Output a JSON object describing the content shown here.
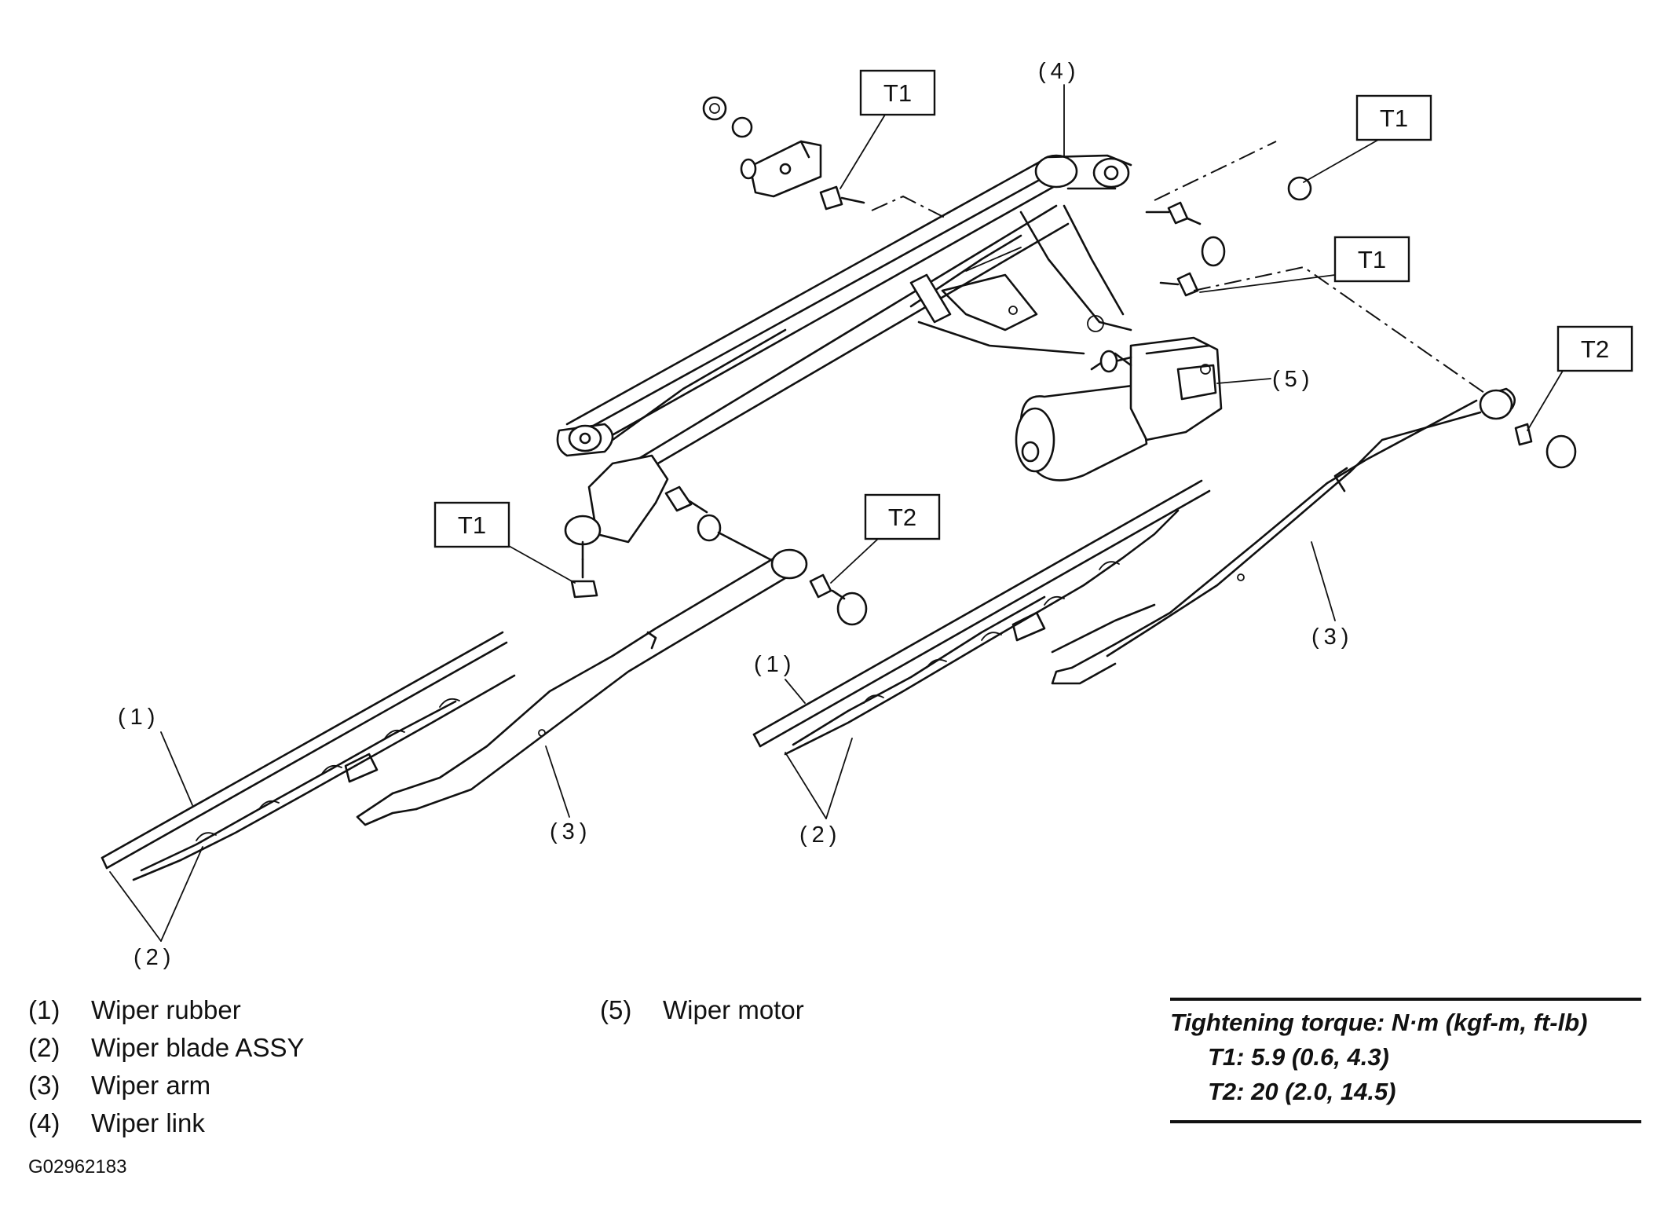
{
  "diagram": {
    "torque_tags": {
      "t1_a": "T1",
      "t1_b": "T1",
      "t1_c": "T1",
      "t1_d": "T1",
      "t2_a": "T2",
      "t2_b": "T2"
    },
    "callouts": {
      "c4": "(4)",
      "c5": "(5)",
      "c1_left": "(1)",
      "c2_left": "(2)",
      "c3_left": "(3)",
      "c1_right": "(1)",
      "c2_right": "(2)",
      "c3_right": "(3)"
    }
  },
  "legend": {
    "items": [
      {
        "num": "(1)",
        "label": "Wiper rubber"
      },
      {
        "num": "(2)",
        "label": "Wiper blade ASSY"
      },
      {
        "num": "(3)",
        "label": "Wiper arm"
      },
      {
        "num": "(4)",
        "label": "Wiper link"
      },
      {
        "num": "(5)",
        "label": "Wiper motor"
      }
    ]
  },
  "torque_spec": {
    "title": "Tightening torque: N·m (kgf-m, ft-lb)",
    "t1": "T1: 5.9 (0.6, 4.3)",
    "t2": "T2: 20 (2.0, 14.5)"
  },
  "figure_id": "G02962183"
}
